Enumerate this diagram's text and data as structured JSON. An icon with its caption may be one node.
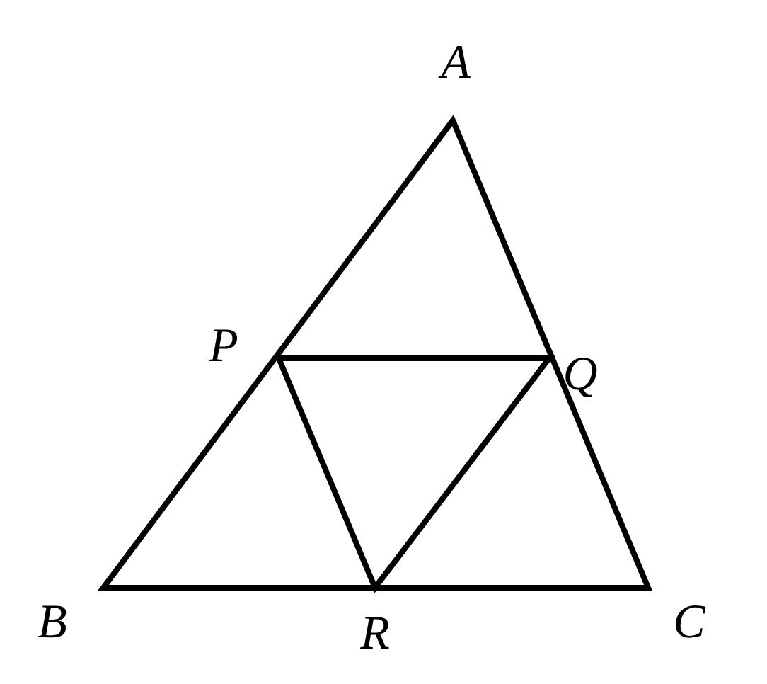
{
  "diagram": {
    "labels": [
      "A",
      "P",
      "Q",
      "B",
      "R",
      "C"
    ]
  }
}
